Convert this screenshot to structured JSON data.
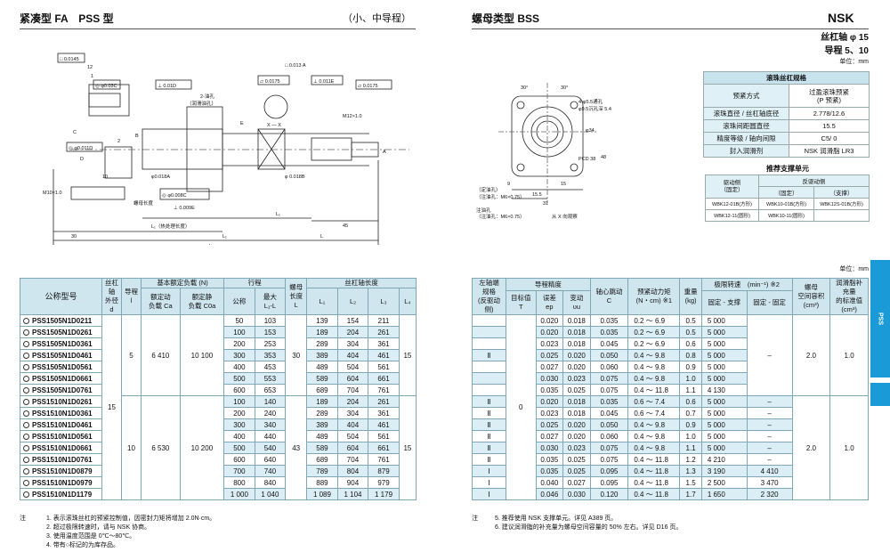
{
  "left_header": {
    "title": "紧凑型 FA　PSS 型",
    "subtitle": "（小、中导程）"
  },
  "right_header": {
    "title": "螺母类型 BSS",
    "brand": "NSK",
    "shaft": "丝杠轴 φ 15",
    "lead": "导程 5、10",
    "unit": "单位：mm"
  },
  "unit_label": "单位：mm",
  "dwg_left": {
    "gdt1": "□ 0.0145",
    "gdt2": "◎ φ0.03C",
    "gdt3": "⊥ 0.01D",
    "gdt4": "▱ 0.0175",
    "gdt5": "⊥ 0.011E",
    "gdt6": "▱ 0.0175",
    "gdt7": "◎ φ0.011D",
    "gdt8": "◎ φ0.008C",
    "gdt9": "⊥ 0.009E",
    "gdt10": "□ 0.013 A",
    "pt1": "2-油孔",
    "pt2": "（润滑油孔）",
    "pt3": "M12×1.0",
    "pt4": "M10×1.0",
    "pt5": "A",
    "pt6": "B",
    "pt7": "C",
    "pt8": "D",
    "pt9": "E",
    "lbl1": "螺母长度",
    "lbl2": "L₁（热处理长度）",
    "dim1": "12",
    "dim2": "1",
    "dim3": "30",
    "dim4": "45",
    "dim5": "L",
    "dim6": "L₁",
    "dim7": "L₁",
    "dim8": "L",
    "sec": "X — X",
    "dim9": "10",
    "dim10": "2",
    "dim11": "φ0.018A",
    "dim12": "φ 0.018B"
  },
  "dwg_right": {
    "a1": "30°",
    "a2": "30°",
    "h1": "4-φ5.5通孔",
    "h2": "φ9.5沉孔深 5.4",
    "d1": "φ34",
    "d2": "PCD 38",
    "d3": "48",
    "d4": "15.5",
    "d5": "31",
    "d6": "9",
    "d7": "15",
    "l1": "注油孔",
    "l2": "（注油孔：M6×0.75）",
    "l3": "从 X 向观察",
    "l4": "（定油孔）",
    "l5": "（注油孔：M6×0.75）"
  },
  "spec": {
    "title": "滚珠丝杠规格",
    "rows": [
      [
        "预紧方式",
        "过盈滚珠预紧\n(P 预紧)"
      ],
      [
        "滚珠直径 / 丝杠轴底径",
        "2.778/12.6"
      ],
      [
        "滚珠间距圆直径",
        "15.5"
      ],
      [
        "精度等级 / 轴向间隙",
        "C5/ 0"
      ],
      [
        "封入润滑剂",
        "NSK 润滑脂 LR3"
      ]
    ]
  },
  "support": {
    "title": "推荐支撑单元",
    "drive": "驱动侧",
    "drive_sub": "（固定）",
    "anti": "反驱动侧",
    "anti_fixed": "（固定）",
    "anti_support": "（支撑）",
    "r1": [
      "WBK12-01B(方形)",
      "WBK10-01B(方形)",
      "WBK12S-01B(方形)"
    ],
    "r2": [
      "WBK12-11(圆形)",
      "WBK10-11(圆形)",
      ""
    ]
  },
  "left_table": {
    "h": {
      "model": "公称型号",
      "shaft_od": "丝杠轴\n外径\nd",
      "lead": "导程\nl",
      "load": "基本额定负载 (N)",
      "dyn": "额定动\n负载 Ca",
      "stat": "额定静\n负载 C0a",
      "stroke": "行程",
      "nominal": "公称",
      "max": "最大\nL₁-L",
      "nut": "螺母\n长度\nL",
      "shaft_len": "丝杠轴长度",
      "l1": "L₁",
      "l2": "L₂",
      "l3": "L₃",
      "l4": "L₄"
    },
    "g1": {
      "d": "15",
      "lead": "5",
      "ca": "6 410",
      "c0a": "10 100",
      "nut": "30",
      "l4": "15"
    },
    "g2": {
      "lead": "10",
      "ca": "6 530",
      "c0a": "10 200",
      "nut": "43",
      "l4": "15"
    },
    "rows": [
      [
        "PSS1505N1D0211",
        "50",
        "103",
        "139",
        "154",
        "211"
      ],
      [
        "PSS1505N1D0261",
        "100",
        "153",
        "189",
        "204",
        "261"
      ],
      [
        "PSS1505N1D0361",
        "200",
        "253",
        "289",
        "304",
        "361"
      ],
      [
        "PSS1505N1D0461",
        "300",
        "353",
        "389",
        "404",
        "461"
      ],
      [
        "PSS1505N1D0561",
        "400",
        "453",
        "489",
        "504",
        "561"
      ],
      [
        "PSS1505N1D0661",
        "500",
        "553",
        "589",
        "604",
        "661"
      ],
      [
        "PSS1505N1D0761",
        "600",
        "653",
        "689",
        "704",
        "761"
      ],
      [
        "PSS1510N1D0261",
        "100",
        "140",
        "189",
        "204",
        "261"
      ],
      [
        "PSS1510N1D0361",
        "200",
        "240",
        "289",
        "304",
        "361"
      ],
      [
        "PSS1510N1D0461",
        "300",
        "340",
        "389",
        "404",
        "461"
      ],
      [
        "PSS1510N1D0561",
        "400",
        "440",
        "489",
        "504",
        "561"
      ],
      [
        "PSS1510N1D0661",
        "500",
        "540",
        "589",
        "604",
        "661"
      ],
      [
        "PSS1510N1D0761",
        "600",
        "640",
        "689",
        "704",
        "761"
      ],
      [
        "PSS1510N1D0879",
        "700",
        "740",
        "789",
        "804",
        "879"
      ],
      [
        "PSS1510N1D0979",
        "800",
        "840",
        "889",
        "904",
        "979"
      ],
      [
        "PSS1510N1D1179",
        "1 000",
        "1 040",
        "1 089",
        "1 104",
        "1 179"
      ]
    ]
  },
  "right_table": {
    "h": {
      "axis": "左轴端\n规格\n(反驱动侧)",
      "prec": "导程精度",
      "target": "目标值\nT",
      "err": "误差\nep",
      "var": "变动\nυu",
      "runout": "轴心跳动\nC",
      "torque": "预紧动力矩\n(N・cm) ※1",
      "weight": "重量\n(kg)",
      "speed": "极限转速　(min⁻¹) ※2",
      "fs": "固定 - 支撑",
      "ff": "固定 - 固定",
      "space": "螺母\n空间容积\n(cm³)",
      "grease": "润滑脂补\n充量\n的标准值\n(cm³)"
    },
    "target": "0",
    "g1": {
      "speed_ff": "–",
      "space": "2.0",
      "grease": "1.0"
    },
    "g2": {
      "space": "2.0",
      "grease": "1.0"
    },
    "rows": [
      [
        "",
        "0.020",
        "0.018",
        "0.035",
        "0.2",
        "6.9",
        "0.5",
        "5 000",
        ""
      ],
      [
        "",
        "0.020",
        "0.018",
        "0.035",
        "0.2",
        "6.9",
        "0.5",
        "5 000",
        ""
      ],
      [
        "",
        "0.023",
        "0.018",
        "0.045",
        "0.2",
        "6.9",
        "0.6",
        "5 000",
        ""
      ],
      [
        "Ⅱ",
        "0.025",
        "0.020",
        "0.050",
        "0.4",
        "9.8",
        "0.8",
        "5 000",
        ""
      ],
      [
        "",
        "0.027",
        "0.020",
        "0.060",
        "0.4",
        "9.8",
        "0.9",
        "5 000",
        ""
      ],
      [
        "",
        "0.030",
        "0.023",
        "0.075",
        "0.4",
        "9.8",
        "1.0",
        "5 000",
        ""
      ],
      [
        "",
        "0.035",
        "0.025",
        "0.075",
        "0.4",
        "11.8",
        "1.1",
        "4 130",
        ""
      ],
      [
        "Ⅱ",
        "0.020",
        "0.018",
        "0.035",
        "0.6",
        "7.4",
        "0.6",
        "5 000",
        "–"
      ],
      [
        "Ⅱ",
        "0.023",
        "0.018",
        "0.045",
        "0.6",
        "7.4",
        "0.7",
        "5 000",
        "–"
      ],
      [
        "Ⅱ",
        "0.025",
        "0.020",
        "0.050",
        "0.4",
        "9.8",
        "0.9",
        "5 000",
        "–"
      ],
      [
        "Ⅱ",
        "0.027",
        "0.020",
        "0.060",
        "0.4",
        "9.8",
        "1.0",
        "5 000",
        "–"
      ],
      [
        "Ⅱ",
        "0.030",
        "0.023",
        "0.075",
        "0.4",
        "9.8",
        "1.1",
        "5 000",
        "–"
      ],
      [
        "Ⅱ",
        "0.035",
        "0.025",
        "0.075",
        "0.4",
        "11.8",
        "1.2",
        "4 210",
        "–"
      ],
      [
        "Ⅰ",
        "0.035",
        "0.025",
        "0.095",
        "0.4",
        "11.8",
        "1.3",
        "3 190",
        "4 410"
      ],
      [
        "Ⅰ",
        "0.040",
        "0.027",
        "0.095",
        "0.4",
        "11.8",
        "1.5",
        "2 500",
        "3 470"
      ],
      [
        "Ⅰ",
        "0.046",
        "0.030",
        "0.120",
        "0.4",
        "11.8",
        "1.7",
        "1 650",
        "2 320"
      ]
    ]
  },
  "notes_left": {
    "head": "注",
    "n1": "1. 表示滚珠丝杠的预紧控制值，因密封力矩将增加 2.0N·cm。",
    "n2": "2. 超过极限转速时，请与 NSK 协商。",
    "n3": "3. 使用温度范围是 0℃～80℃。",
    "n4": "4. 带有○标记的为库存品。"
  },
  "notes_right": {
    "head": "注",
    "n5": "5. 推荐使用 NSK 支撑单元。详见 A389 页。",
    "n6": "6. 建议润滑脂的补充量为螺母空间容量的 50% 左右。详见 D16 页。"
  },
  "side_tab": {
    "label": "PSS"
  },
  "colors": {
    "header_fill": "#cfe6ef",
    "stripe": "#dbeef6",
    "tab": "#1a9ad6",
    "rule": "#7fa7b5"
  }
}
